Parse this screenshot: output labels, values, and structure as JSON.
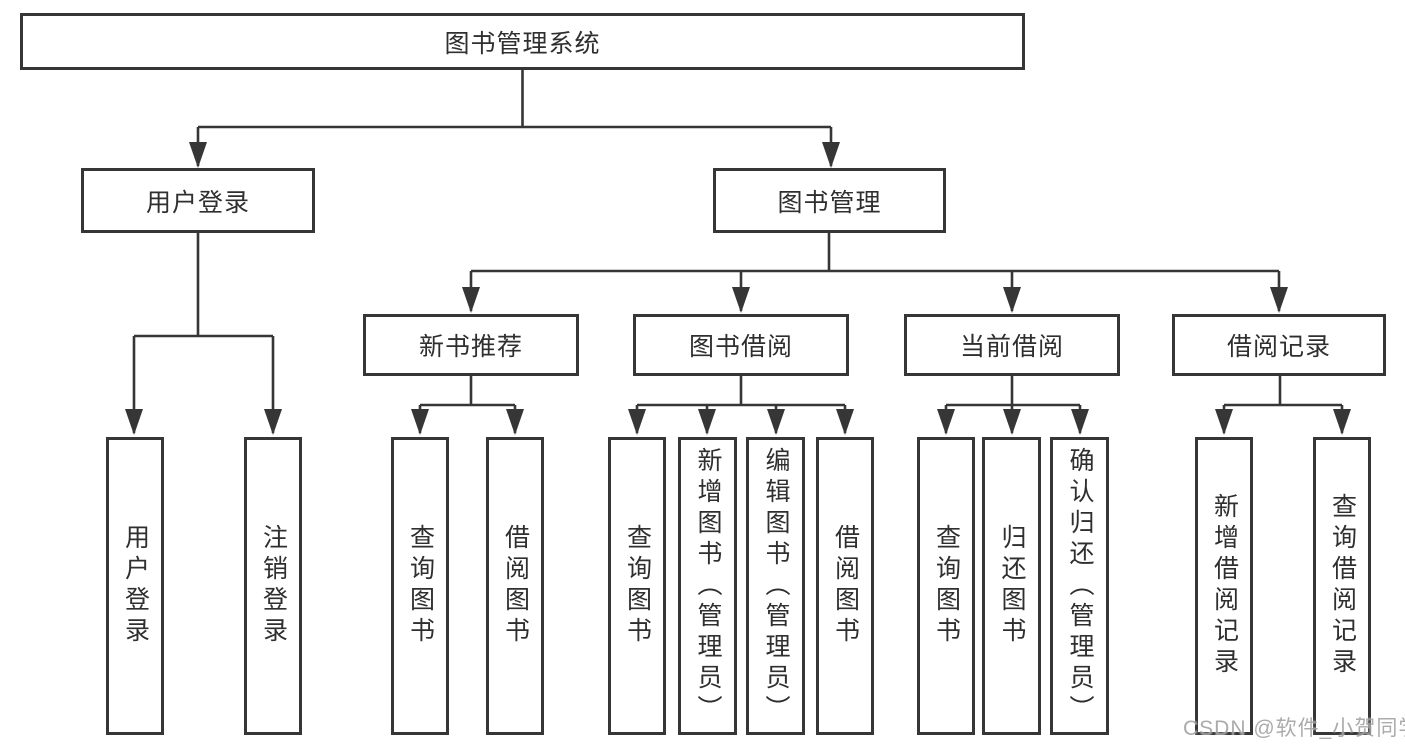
{
  "diagram": {
    "root": {
      "label": "图书管理系统"
    },
    "level1": [
      {
        "label": "用户登录"
      },
      {
        "label": "图书管理"
      }
    ],
    "level2": [
      {
        "label": "新书推荐"
      },
      {
        "label": "图书借阅"
      },
      {
        "label": "当前借阅"
      },
      {
        "label": "借阅记录"
      }
    ],
    "leaves": {
      "g1": [
        {
          "label": "用户登录"
        },
        {
          "label": "注销登录"
        }
      ],
      "g2": [
        {
          "label": "查询图书"
        },
        {
          "label": "借阅图书"
        }
      ],
      "g3": [
        {
          "label": "查询图书"
        },
        {
          "label": "新增图书（管理员）"
        },
        {
          "label": "编辑图书（管理员）"
        },
        {
          "label": "借阅图书"
        }
      ],
      "g4": [
        {
          "label": "查询图书"
        },
        {
          "label": "归还图书"
        },
        {
          "label": "确认归还（管理员）"
        }
      ],
      "g5": [
        {
          "label": "新增借阅记录"
        },
        {
          "label": "查询借阅记录"
        }
      ]
    }
  },
  "watermark": {
    "text": "CSDN @软件_小贺同学"
  },
  "colors": {
    "line": "#363636",
    "background": "#ffffff",
    "watermark": "#969696"
  }
}
